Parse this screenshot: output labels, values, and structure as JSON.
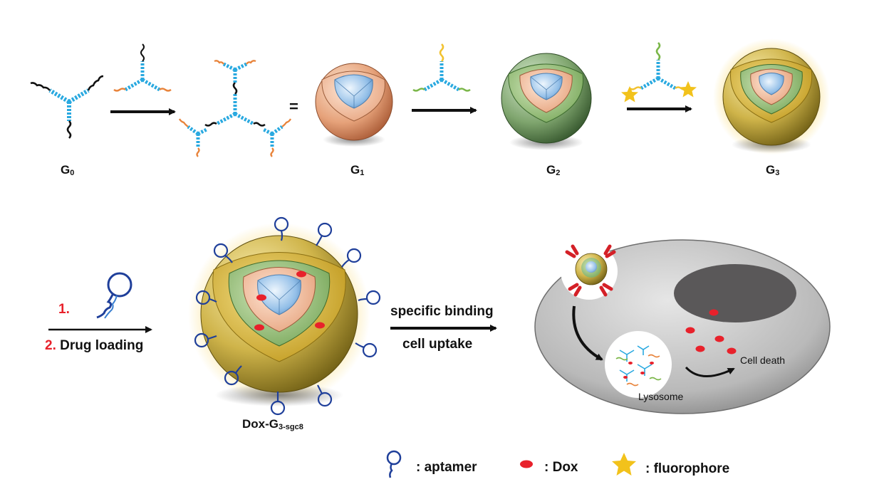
{
  "generations": {
    "g0": {
      "base": "G",
      "sub": "0"
    },
    "g1": {
      "base": "G",
      "sub": "1"
    },
    "g2": {
      "base": "G",
      "sub": "2"
    },
    "g3": {
      "base": "G",
      "sub": "3"
    }
  },
  "equals_sign": "=",
  "steps": {
    "step1_number": "1.",
    "step2_number": "2.",
    "step2_text": "Drug loading",
    "binding_line1": "specific binding",
    "binding_line2": "cell uptake"
  },
  "product_label": {
    "base": "Dox-G",
    "sub": "3-sgc8"
  },
  "cell": {
    "lysosome_label": "Lysosome",
    "cell_death_label": "Cell death"
  },
  "legend": {
    "aptamer": ": aptamer",
    "dox": ": Dox",
    "fluorophore": ": fluorophore"
  },
  "colors": {
    "accent_red": "#e8212b",
    "linker_blue": "#29a9e0",
    "arm_orange": "#e8833a",
    "arm_green": "#7ab648",
    "arm_yellow": "#f2c230",
    "aptamer_blue": "#1f3f9a",
    "star_gold": "#f2c21b"
  },
  "icons": [
    "y-shape-dna-monomer",
    "dendrimer-sphere",
    "aptamer-hairpin",
    "dox-dot",
    "fluorophore-star",
    "cell-body",
    "nucleus",
    "lysosome"
  ]
}
